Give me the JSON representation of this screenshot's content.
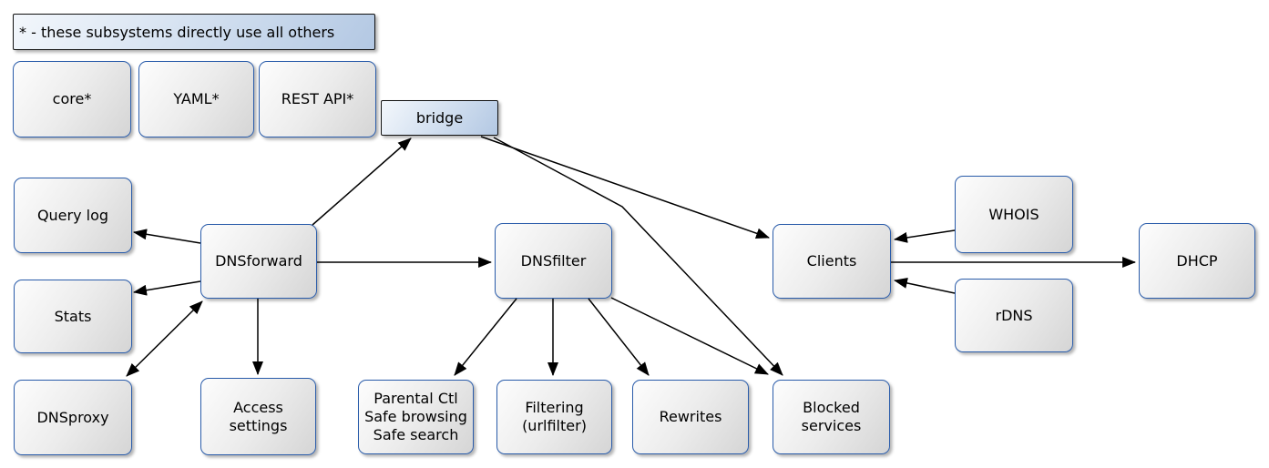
{
  "diagram": {
    "legend_label": "* - these subsystems directly use all others",
    "nodes": {
      "core": {
        "label": "core*"
      },
      "yaml": {
        "label": "YAML*"
      },
      "rest_api": {
        "label": "REST API*"
      },
      "bridge": {
        "label": "bridge"
      },
      "query_log": {
        "label": "Query log"
      },
      "stats": {
        "label": "Stats"
      },
      "dnsproxy": {
        "label": "DNSproxy"
      },
      "dnsforward": {
        "label": "DNSforward"
      },
      "access_settings": {
        "label": "Access\nsettings"
      },
      "parental": {
        "label": "Parental Ctl\nSafe browsing\nSafe search"
      },
      "dnsfilter": {
        "label": "DNSfilter"
      },
      "filtering": {
        "label": "Filtering\n(urlfilter)"
      },
      "rewrites": {
        "label": "Rewrites"
      },
      "blocked_services": {
        "label": "Blocked\nservices"
      },
      "clients": {
        "label": "Clients"
      },
      "whois": {
        "label": "WHOIS"
      },
      "rdns": {
        "label": "rDNS"
      },
      "dhcp": {
        "label": "DHCP"
      }
    },
    "edges": [
      {
        "from": "dnsforward",
        "to": "query_log",
        "direction": "forward"
      },
      {
        "from": "dnsforward",
        "to": "stats",
        "direction": "forward"
      },
      {
        "from": "dnsforward",
        "to": "dnsproxy",
        "direction": "both"
      },
      {
        "from": "dnsforward",
        "to": "access_settings",
        "direction": "forward"
      },
      {
        "from": "dnsforward",
        "to": "dnsfilter",
        "direction": "forward"
      },
      {
        "from": "dnsforward",
        "to": "bridge",
        "direction": "forward"
      },
      {
        "from": "bridge",
        "to": "clients",
        "direction": "forward"
      },
      {
        "from": "bridge",
        "to": "blocked_services",
        "direction": "forward"
      },
      {
        "from": "dnsfilter",
        "to": "parental",
        "direction": "forward"
      },
      {
        "from": "dnsfilter",
        "to": "filtering",
        "direction": "forward"
      },
      {
        "from": "dnsfilter",
        "to": "rewrites",
        "direction": "forward"
      },
      {
        "from": "dnsfilter",
        "to": "blocked_services",
        "direction": "forward"
      },
      {
        "from": "whois",
        "to": "clients",
        "direction": "forward"
      },
      {
        "from": "rdns",
        "to": "clients",
        "direction": "forward"
      },
      {
        "from": "clients",
        "to": "dhcp",
        "direction": "forward"
      }
    ],
    "colors": {
      "node_border": "#2a5caa",
      "node_fill_light": "#fdfdfd",
      "node_fill_dark": "#d5d5d5",
      "blue_fill_light": "#f3f7fc",
      "blue_fill_dark": "#b3c8e3",
      "box_outline_dark": "#111111",
      "edge": "#000000",
      "background": "#ffffff"
    }
  }
}
